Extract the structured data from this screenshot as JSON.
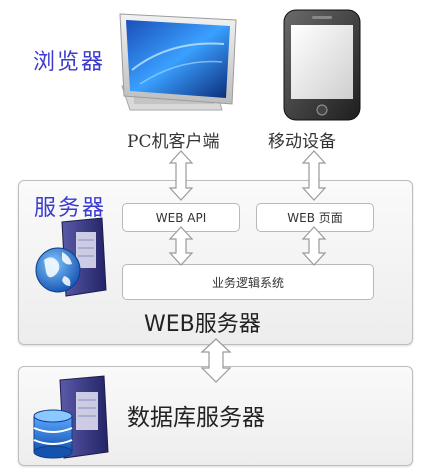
{
  "browser_label": "浏览器",
  "pc_label": "PC机客户端",
  "mobile_label": "移动设备",
  "server_group_label": "服务器",
  "web_api_label": "WEB API",
  "web_page_label": "WEB 页面",
  "business_logic_label": "业务逻辑系统",
  "web_server_label": "WEB服务器",
  "database_server_label": "数据库服务器",
  "icons": [
    "monitor-icon",
    "smartphone-icon",
    "web-server-icon",
    "database-server-icon"
  ],
  "colors": {
    "section_label": "#3b3bcf",
    "panel_border": "#bdbdbd",
    "arrow_fill": "#ffffff",
    "arrow_stroke": "#9a9a9a"
  }
}
